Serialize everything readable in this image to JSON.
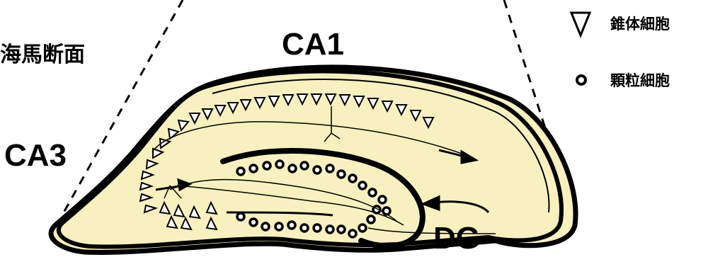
{
  "title": "海馬断面",
  "regions": {
    "ca1": "CA1",
    "ca3": "CA3",
    "dg": "DG"
  },
  "legend": [
    {
      "icon": "triangle-icon",
      "label": "錐体細胞"
    },
    {
      "icon": "circle-icon",
      "label": "顆粒細胞"
    }
  ],
  "colors": {
    "tissue": "#f8f1bf",
    "outline": "#000000",
    "background": "#ffffff"
  }
}
